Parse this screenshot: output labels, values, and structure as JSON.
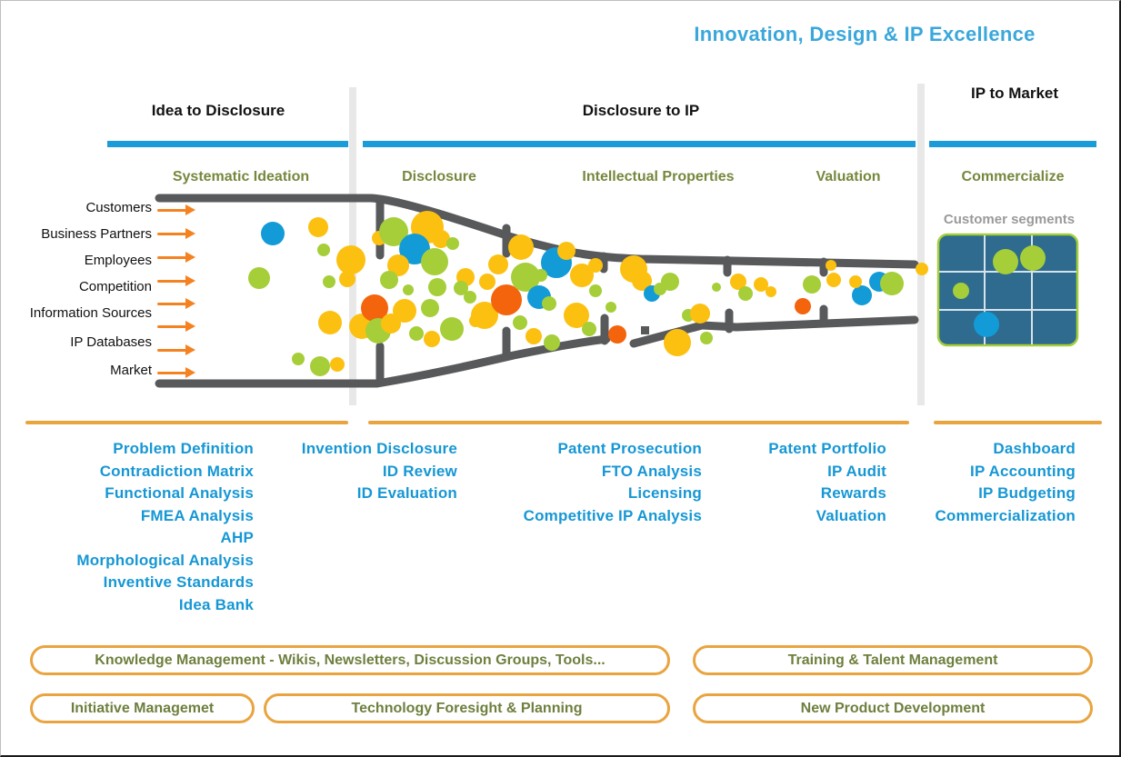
{
  "title": "Innovation, Design & IP Excellence",
  "phases": [
    {
      "label": "Idea to Disclosure"
    },
    {
      "label": "Disclosure to IP"
    },
    {
      "label": "IP to Market"
    }
  ],
  "stages": [
    "Systematic Ideation",
    "Disclosure",
    "Intellectual Properties",
    "Valuation",
    "Commercialize"
  ],
  "funnel_inputs": [
    "Customers",
    "Business Partners",
    "Employees",
    "Competition",
    "Information Sources",
    "IP Databases",
    "Market"
  ],
  "customer_segments": {
    "label": "Customer segments",
    "bubbles": [
      [
        1106,
        288,
        14,
        "G"
      ],
      [
        1136,
        284,
        14,
        "G"
      ],
      [
        1057,
        320,
        9,
        "G"
      ],
      [
        1085,
        357,
        14,
        "B"
      ]
    ]
  },
  "tool_columns": [
    {
      "items": [
        "Problem Definition",
        "Contradiction Matrix",
        "Functional Analysis",
        "FMEA Analysis",
        "AHP",
        "Morphological Analysis",
        "Inventive Standards",
        "Idea Bank"
      ]
    },
    {
      "items": [
        "Invention Disclosure",
        "ID Review",
        "ID Evaluation"
      ]
    },
    {
      "items": [
        "Patent Prosecution",
        "FTO Analysis",
        "Licensing",
        "Competitive IP Analysis"
      ]
    },
    {
      "items": [
        "Patent Portfolio",
        "IP Audit",
        "Rewards",
        "Valuation"
      ]
    },
    {
      "items": [
        "Dashboard",
        "IP Accounting",
        "IP Budgeting",
        "Commercialization"
      ]
    }
  ],
  "pills": [
    "Knowledge Management - Wikis, Newsletters, Discussion Groups, Tools...",
    "Training & Talent Management",
    "Initiative Managemet",
    "Technology Foresight & Planning",
    "New Product Development"
  ],
  "colors": {
    "title_blue": "#3AA7DB",
    "bar_blue": "#1B9CD9",
    "list_blue": "#1697D4",
    "olive_text": "#76873D",
    "pill_olive": "#6E7F3E",
    "rule_orange": "#E9A440",
    "arrow_orange": "#F58220",
    "funnel_gray": "#58595B",
    "divider_gray": "#E8E8E8",
    "segment_box_blue": "#2E6B8F",
    "bubble": {
      "Y": "#FCC011",
      "G": "#A5CE39",
      "B": "#129BD7",
      "O": "#F3640D"
    }
  },
  "funnel_bubbles": [
    [
      300,
      257,
      13,
      "B"
    ],
    [
      285,
      306,
      12,
      "G"
    ],
    [
      350,
      250,
      11,
      "Y"
    ],
    [
      356,
      275,
      7,
      "G"
    ],
    [
      386,
      286,
      16,
      "Y"
    ],
    [
      382,
      307,
      9,
      "Y"
    ],
    [
      362,
      310,
      7,
      "G"
    ],
    [
      363,
      355,
      13,
      "Y"
    ],
    [
      328,
      395,
      7,
      "G"
    ],
    [
      352,
      403,
      11,
      "G"
    ],
    [
      371,
      401,
      8,
      "Y"
    ],
    [
      398,
      359,
      14,
      "Y"
    ],
    [
      412,
      339,
      15,
      "O"
    ],
    [
      416,
      364,
      14,
      "G"
    ],
    [
      417,
      262,
      8,
      "Y"
    ],
    [
      433,
      255,
      16,
      "G"
    ],
    [
      470,
      250,
      18,
      "Y"
    ],
    [
      456,
      274,
      17,
      "B"
    ],
    [
      485,
      263,
      10,
      "Y"
    ],
    [
      498,
      268,
      7,
      "G"
    ],
    [
      438,
      292,
      12,
      "Y"
    ],
    [
      478,
      288,
      15,
      "G"
    ],
    [
      428,
      308,
      10,
      "G"
    ],
    [
      449,
      319,
      6,
      "G"
    ],
    [
      512,
      305,
      10,
      "Y"
    ],
    [
      481,
      316,
      10,
      "G"
    ],
    [
      507,
      317,
      8,
      "G"
    ],
    [
      473,
      339,
      10,
      "G"
    ],
    [
      445,
      342,
      13,
      "Y"
    ],
    [
      430,
      356,
      11,
      "Y"
    ],
    [
      458,
      367,
      8,
      "G"
    ],
    [
      475,
      373,
      9,
      "Y"
    ],
    [
      497,
      362,
      13,
      "G"
    ],
    [
      523,
      353,
      7,
      "Y"
    ],
    [
      533,
      347,
      15,
      "Y"
    ],
    [
      517,
      327,
      7,
      "G"
    ],
    [
      536,
      310,
      9,
      "Y"
    ],
    [
      548,
      291,
      11,
      "Y"
    ],
    [
      557,
      330,
      17,
      "O"
    ],
    [
      573,
      272,
      14,
      "Y"
    ],
    [
      612,
      289,
      17,
      "B"
    ],
    [
      623,
      276,
      10,
      "Y"
    ],
    [
      578,
      305,
      16,
      "G"
    ],
    [
      595,
      303,
      7,
      "G"
    ],
    [
      593,
      327,
      13,
      "B"
    ],
    [
      604,
      334,
      8,
      "G"
    ],
    [
      640,
      303,
      13,
      "Y"
    ],
    [
      655,
      292,
      8,
      "Y"
    ],
    [
      655,
      320,
      7,
      "G"
    ],
    [
      634,
      347,
      14,
      "Y"
    ],
    [
      648,
      362,
      8,
      "G"
    ],
    [
      607,
      377,
      9,
      "G"
    ],
    [
      587,
      370,
      9,
      "Y"
    ],
    [
      572,
      355,
      8,
      "G"
    ],
    [
      672,
      338,
      6,
      "G"
    ],
    [
      679,
      368,
      10,
      "O"
    ],
    [
      697,
      296,
      15,
      "Y"
    ],
    [
      706,
      309,
      11,
      "Y"
    ],
    [
      717,
      323,
      9,
      "B"
    ],
    [
      726,
      318,
      7,
      "G"
    ],
    [
      737,
      310,
      10,
      "G"
    ],
    [
      757,
      347,
      7,
      "G"
    ],
    [
      745,
      377,
      15,
      "Y"
    ],
    [
      777,
      372,
      7,
      "G"
    ],
    [
      770,
      345,
      11,
      "Y"
    ],
    [
      788,
      316,
      5,
      "G"
    ],
    [
      812,
      310,
      9,
      "Y"
    ],
    [
      820,
      323,
      8,
      "G"
    ],
    [
      837,
      313,
      8,
      "Y"
    ],
    [
      848,
      321,
      6,
      "Y"
    ],
    [
      883,
      337,
      9,
      "O"
    ],
    [
      893,
      313,
      10,
      "G"
    ],
    [
      917,
      308,
      8,
      "Y"
    ],
    [
      914,
      292,
      6,
      "Y"
    ],
    [
      948,
      325,
      11,
      "B"
    ],
    [
      941,
      310,
      7,
      "Y"
    ],
    [
      967,
      310,
      11,
      "B"
    ],
    [
      981,
      312,
      13,
      "G"
    ],
    [
      1014,
      296,
      7,
      "Y"
    ]
  ]
}
